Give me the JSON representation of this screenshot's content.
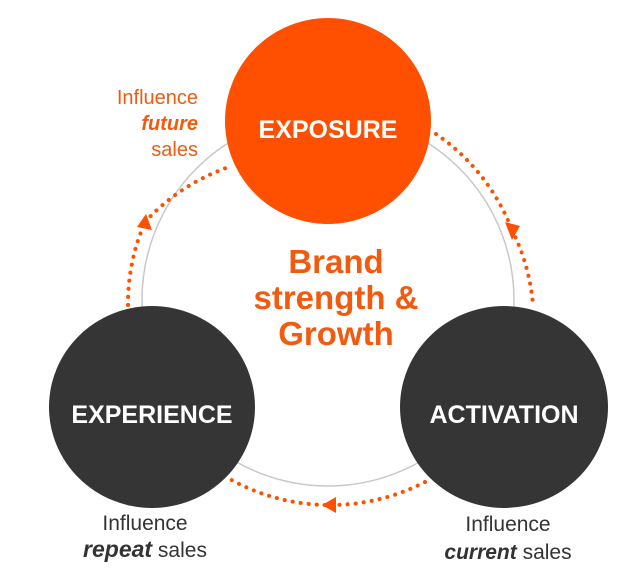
{
  "colors": {
    "accent": "#fe5000",
    "dark": "#353535",
    "ring": "#c8c8c8",
    "note_gray": "#333333"
  },
  "center": {
    "lines": [
      "Brand",
      "strength &",
      "Growth"
    ]
  },
  "nodes": {
    "exposure": {
      "label": "EXPOSURE",
      "note": {
        "line1": "Influence",
        "emphasis": "future",
        "rest": "sales"
      }
    },
    "activation": {
      "label": "ACTIVATION",
      "note": {
        "line1": "Influence",
        "emphasis": "current",
        "rest": " sales"
      }
    },
    "experience": {
      "label": "EXPERIENCE",
      "note": {
        "line1": "Influence",
        "emphasis": "repeat",
        "rest": " sales"
      }
    }
  }
}
